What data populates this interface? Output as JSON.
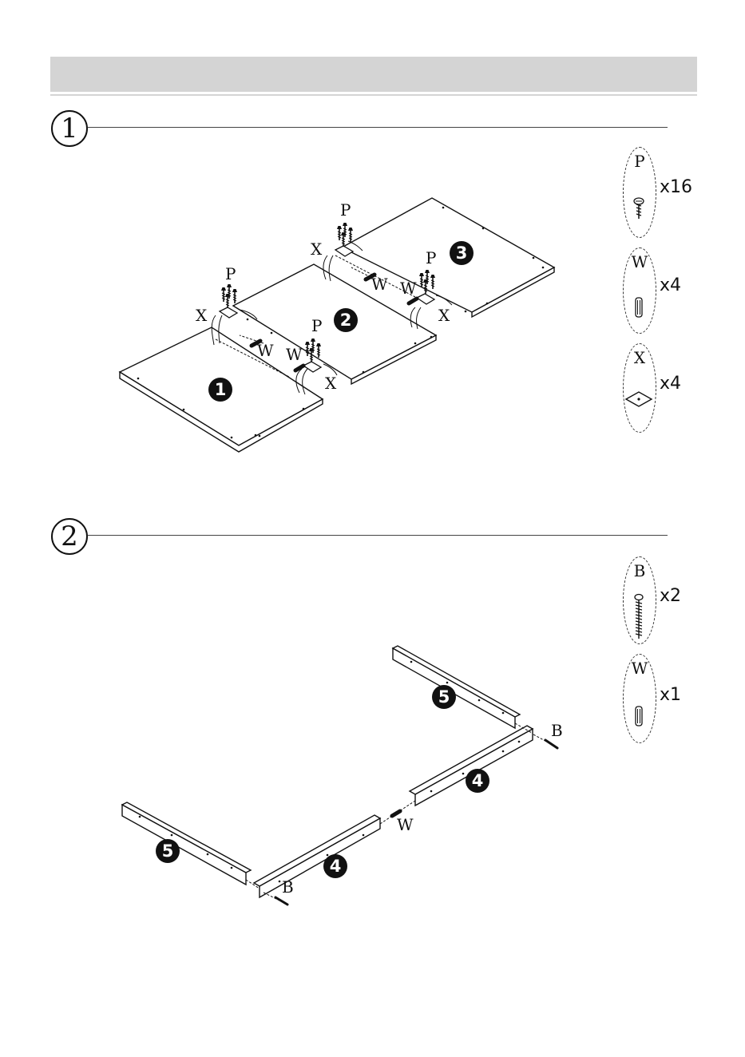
{
  "step1": {
    "number": "1",
    "parts": [
      {
        "letter": "P",
        "qty": "x16",
        "icon": "screw-icon"
      },
      {
        "letter": "W",
        "qty": "x4",
        "icon": "dowel-icon"
      },
      {
        "letter": "X",
        "qty": "x4",
        "icon": "bracket-plate-icon"
      }
    ],
    "panels": [
      "1",
      "2",
      "3"
    ],
    "labels": {
      "p": "P",
      "x": "X",
      "w": "W"
    }
  },
  "step2": {
    "number": "2",
    "parts": [
      {
        "letter": "B",
        "qty": "x2",
        "icon": "bolt-icon"
      },
      {
        "letter": "W",
        "qty": "x1",
        "icon": "dowel-icon"
      }
    ],
    "rails": [
      "5",
      "4",
      "4",
      "5"
    ],
    "labels": {
      "b": "B",
      "w": "W"
    }
  }
}
